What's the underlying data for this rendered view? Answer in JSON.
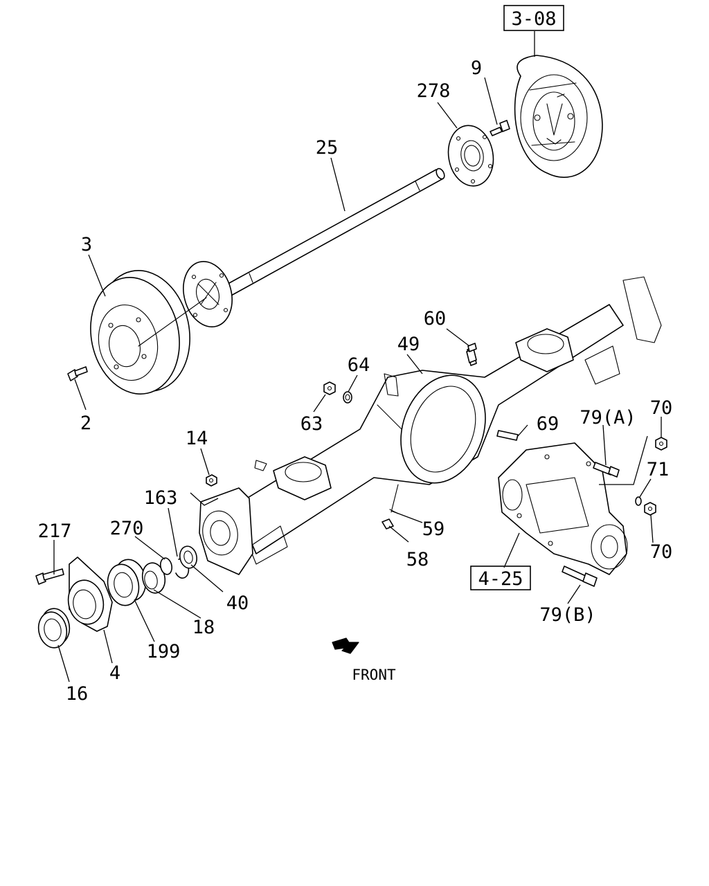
{
  "ref_boxes": {
    "brake_backing_plate": "3-08",
    "differential_carrier": "4-25"
  },
  "callouts": {
    "c9": "9",
    "c278": "278",
    "c25": "25",
    "c3": "3",
    "c2": "2",
    "c60": "60",
    "c49": "49",
    "c64": "64",
    "c63": "63",
    "c69": "69",
    "c79a": "79(A)",
    "c70a": "70",
    "c71": "71",
    "c70b": "70",
    "c14": "14",
    "c163": "163",
    "c270": "270",
    "c217": "217",
    "c59": "59",
    "c58": "58",
    "c40": "40",
    "c18": "18",
    "c199": "199",
    "c4": "4",
    "c16": "16",
    "c79b": "79(B)"
  },
  "direction": {
    "label": "FRONT"
  }
}
